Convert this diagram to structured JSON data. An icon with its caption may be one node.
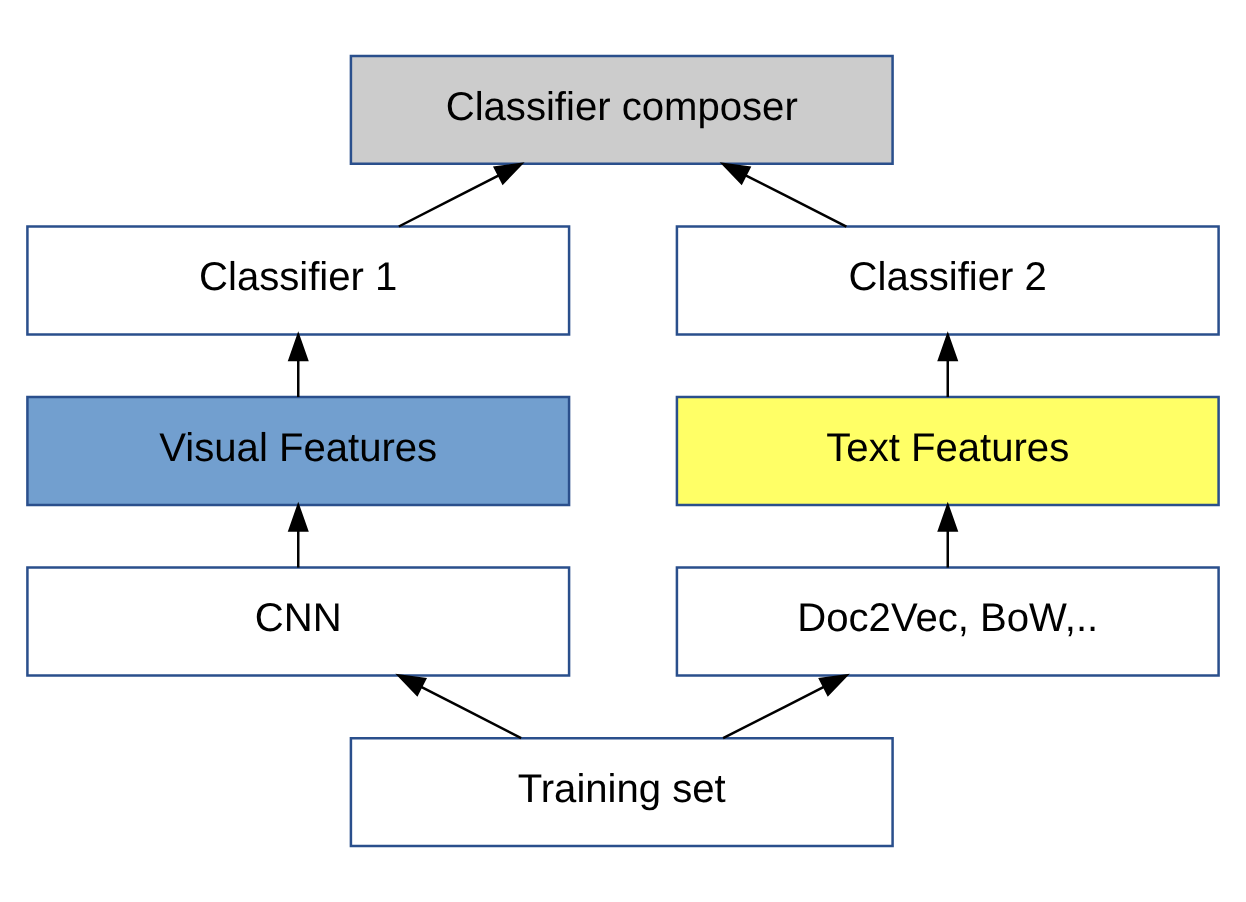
{
  "diagram": {
    "nodes": [
      {
        "text": [
          "Classifier composer"
        ]
      },
      {
        "text": [
          "Classifier 1"
        ]
      },
      {
        "text": [
          "Classifier 2"
        ]
      },
      {
        "text": [
          "Visual Features"
        ]
      },
      {
        "text": [
          "Text Features"
        ]
      },
      {
        "text": [
          "CNN"
        ]
      },
      {
        "text": [
          "Doc2Vec, BoW,.."
        ]
      },
      {
        "text": [
          "Training set"
        ]
      }
    ],
    "edges": [
      {
        "from": 1,
        "to": 0,
        "arrow": "to"
      },
      {
        "from": 2,
        "to": 0,
        "arrow": "to"
      },
      {
        "from": 3,
        "to": 1,
        "arrow": "to"
      },
      {
        "from": 4,
        "to": 2,
        "arrow": "to"
      },
      {
        "from": 5,
        "to": 3,
        "arrow": "to"
      },
      {
        "from": 6,
        "to": 4,
        "arrow": "to"
      },
      {
        "from": 7,
        "to": 5,
        "arrow": "to"
      },
      {
        "from": 7,
        "to": 6,
        "arrow": "to"
      }
    ]
  }
}
